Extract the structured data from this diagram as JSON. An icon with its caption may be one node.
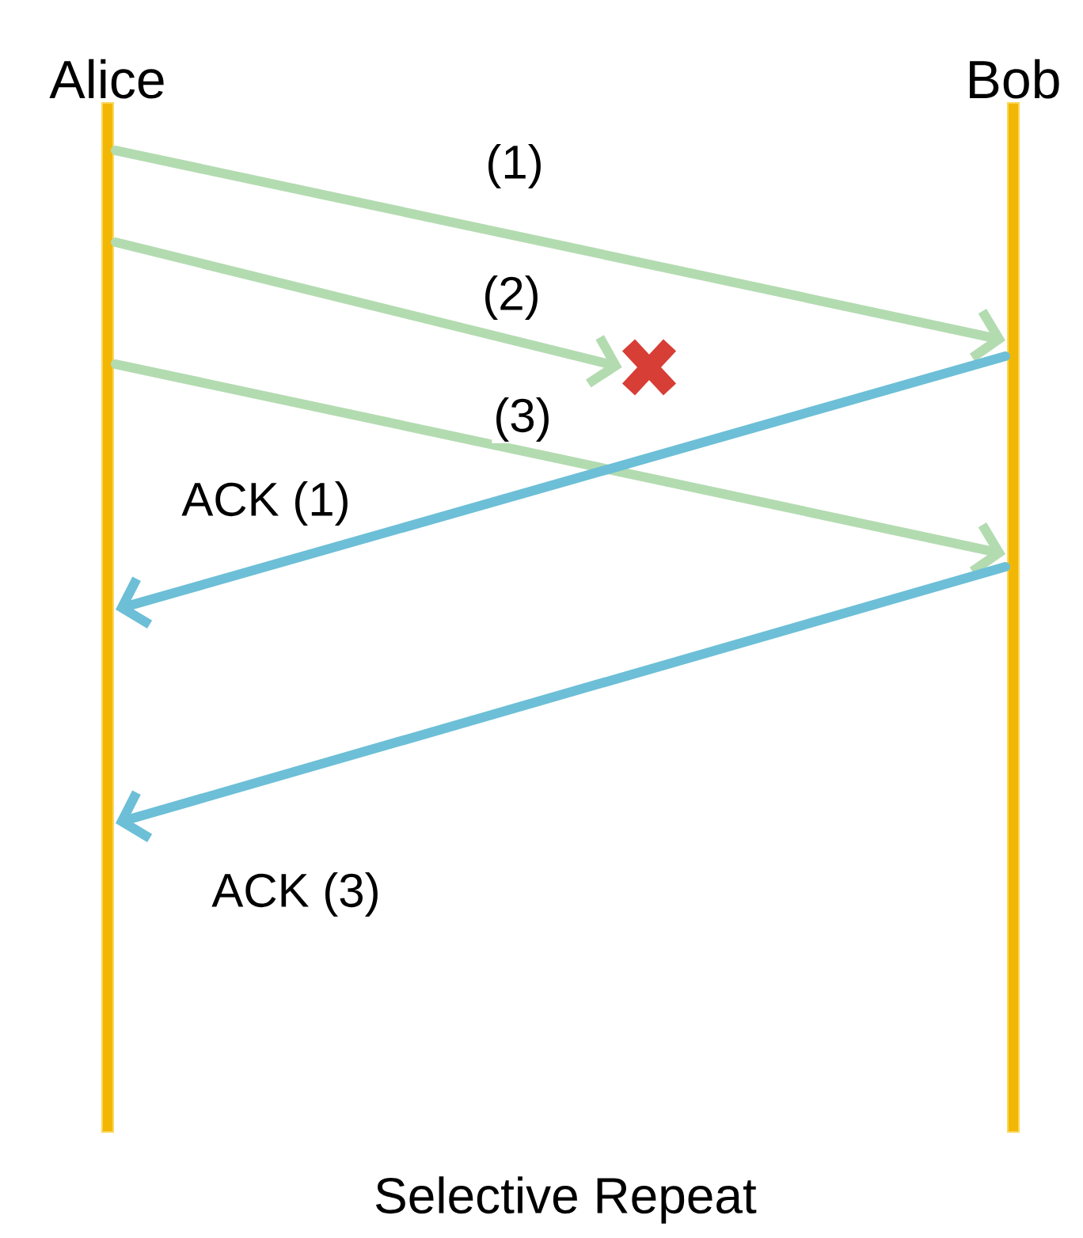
{
  "diagram": {
    "caption": "Selective Repeat",
    "nodes": [
      {
        "text": [
          "Alice"
        ]
      },
      {
        "text": [
          "Bob"
        ]
      },
      {
        "text": [],
        "shape": "cross"
      }
    ],
    "edges": [
      {
        "from": 0,
        "to": 1,
        "arrow": "to",
        "label": "(1)"
      },
      {
        "from": 0,
        "to": 2,
        "arrow": "to",
        "label": "(2)"
      },
      {
        "from": 0,
        "to": 1,
        "arrow": "to",
        "label": "(3)"
      },
      {
        "from": 1,
        "to": 0,
        "arrow": "to",
        "label": "ACK (1)",
        "color": "#6cbfd6"
      },
      {
        "from": 1,
        "to": 0,
        "arrow": "to",
        "label": "ACK (3)",
        "color": "#6cbfd6"
      }
    ]
  }
}
